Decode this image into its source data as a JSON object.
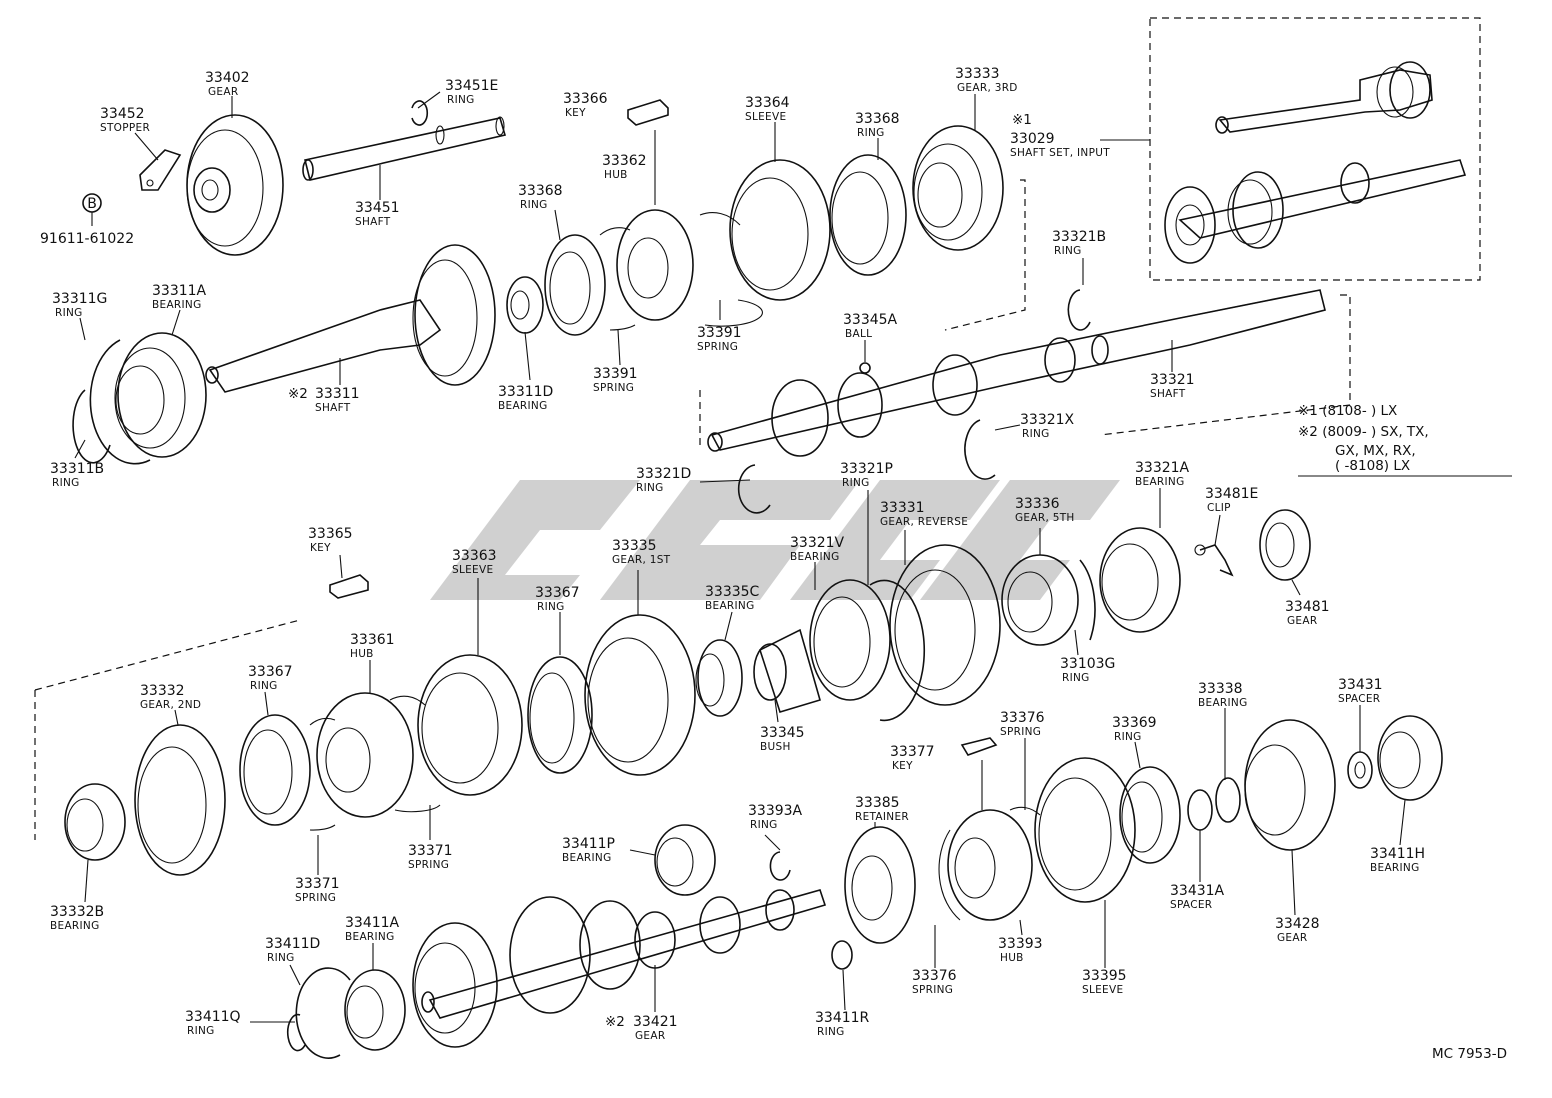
{
  "labels": [
    {
      "id": "33402",
      "number": "33402",
      "desc": "GEAR"
    },
    {
      "id": "33452",
      "number": "33452",
      "desc": "STOPPER"
    },
    {
      "id": "33451E",
      "number": "33451E",
      "desc": "RING"
    },
    {
      "id": "33451",
      "number": "33451",
      "desc": "SHAFT"
    },
    {
      "id": "91611",
      "number": "91611-61022",
      "desc": ""
    },
    {
      "id": "33366",
      "number": "33366",
      "desc": "KEY"
    },
    {
      "id": "33362",
      "number": "33362",
      "desc": "HUB"
    },
    {
      "id": "33368a",
      "number": "33368",
      "desc": "RING"
    },
    {
      "id": "33364",
      "number": "33364",
      "desc": "SLEEVE"
    },
    {
      "id": "33368b",
      "number": "33368",
      "desc": "RING"
    },
    {
      "id": "33333",
      "number": "33333",
      "desc": "GEAR, 3RD"
    },
    {
      "id": "33029",
      "number": "33029",
      "desc": "SHAFT SET, INPUT"
    },
    {
      "id": "33311G",
      "number": "33311G",
      "desc": "RING"
    },
    {
      "id": "33311A",
      "number": "33311A",
      "desc": "BEARING"
    },
    {
      "id": "33311",
      "number": "33311",
      "desc": "SHAFT"
    },
    {
      "id": "33311D",
      "number": "33311D",
      "desc": "BEARING"
    },
    {
      "id": "33391a",
      "number": "33391",
      "desc": "SPRING"
    },
    {
      "id": "33391b",
      "number": "33391",
      "desc": "SPRING"
    },
    {
      "id": "33311B",
      "number": "33311B",
      "desc": "RING"
    },
    {
      "id": "33321B",
      "number": "33321B",
      "desc": "RING"
    },
    {
      "id": "33345A",
      "number": "33345A",
      "desc": "BALL"
    },
    {
      "id": "33321",
      "number": "33321",
      "desc": "SHAFT"
    },
    {
      "id": "33321X",
      "number": "33321X",
      "desc": "RING"
    },
    {
      "id": "33321D",
      "number": "33321D",
      "desc": "RING"
    },
    {
      "id": "33321P",
      "number": "33321P",
      "desc": "RING"
    },
    {
      "id": "33331",
      "number": "33331",
      "desc": "GEAR, REVERSE"
    },
    {
      "id": "33336",
      "number": "33336",
      "desc": "GEAR, 5TH"
    },
    {
      "id": "33321A",
      "number": "33321A",
      "desc": "BEARING"
    },
    {
      "id": "33481E",
      "number": "33481E",
      "desc": "CLIP"
    },
    {
      "id": "33481",
      "number": "33481",
      "desc": "GEAR"
    },
    {
      "id": "33365",
      "number": "33365",
      "desc": "KEY"
    },
    {
      "id": "33363",
      "number": "33363",
      "desc": "SLEEVE"
    },
    {
      "id": "33335",
      "number": "33335",
      "desc": "GEAR, 1ST"
    },
    {
      "id": "33367a",
      "number": "33367",
      "desc": "RING"
    },
    {
      "id": "33335C",
      "number": "33335C",
      "desc": "BEARING"
    },
    {
      "id": "33321V",
      "number": "33321V",
      "desc": "BEARING"
    },
    {
      "id": "33361",
      "number": "33361",
      "desc": "HUB"
    },
    {
      "id": "33367b",
      "number": "33367",
      "desc": "RING"
    },
    {
      "id": "33332",
      "number": "33332",
      "desc": "GEAR, 2ND"
    },
    {
      "id": "33345",
      "number": "33345",
      "desc": "BUSH"
    },
    {
      "id": "33103G",
      "number": "33103G",
      "desc": "RING"
    },
    {
      "id": "33332B",
      "number": "33332B",
      "desc": "BEARING"
    },
    {
      "id": "33371a",
      "number": "33371",
      "desc": "SPRING"
    },
    {
      "id": "33371b",
      "number": "33371",
      "desc": "SPRING"
    },
    {
      "id": "33376a",
      "number": "33376",
      "desc": "SPRING"
    },
    {
      "id": "33377",
      "number": "33377",
      "desc": "KEY"
    },
    {
      "id": "33369",
      "number": "33369",
      "desc": "RING"
    },
    {
      "id": "33338",
      "number": "33338",
      "desc": "BEARING"
    },
    {
      "id": "33431",
      "number": "33431",
      "desc": "SPACER"
    },
    {
      "id": "33393A",
      "number": "33393A",
      "desc": "RING"
    },
    {
      "id": "33385",
      "number": "33385",
      "desc": "RETAINER"
    },
    {
      "id": "33411P",
      "number": "33411P",
      "desc": "BEARING"
    },
    {
      "id": "33411H",
      "number": "33411H",
      "desc": "BEARING"
    },
    {
      "id": "33431A",
      "number": "33431A",
      "desc": "SPACER"
    },
    {
      "id": "33428",
      "number": "33428",
      "desc": "GEAR"
    },
    {
      "id": "33393",
      "number": "33393",
      "desc": "HUB"
    },
    {
      "id": "33395",
      "number": "33395",
      "desc": "SLEEVE"
    },
    {
      "id": "33376b",
      "number": "33376",
      "desc": "SPRING"
    },
    {
      "id": "33411R",
      "number": "33411R",
      "desc": "RING"
    },
    {
      "id": "33411A",
      "number": "33411A",
      "desc": "BEARING"
    },
    {
      "id": "33411D",
      "number": "33411D",
      "desc": "RING"
    },
    {
      "id": "33411Q",
      "number": "33411Q",
      "desc": "RING"
    },
    {
      "id": "33421",
      "number": "33421",
      "desc": "GEAR"
    }
  ],
  "marks": {
    "mark1": "※1",
    "mark2": "※2",
    "circled_b": "B"
  },
  "notes": {
    "line1": "※1 (8108-         ) LX",
    "line2": "※2 (8009-         ) SX, TX,",
    "line3": "GX, MX, RX,",
    "line4": "(        -8108) LX"
  },
  "diagram_code": "MC 7953-D"
}
